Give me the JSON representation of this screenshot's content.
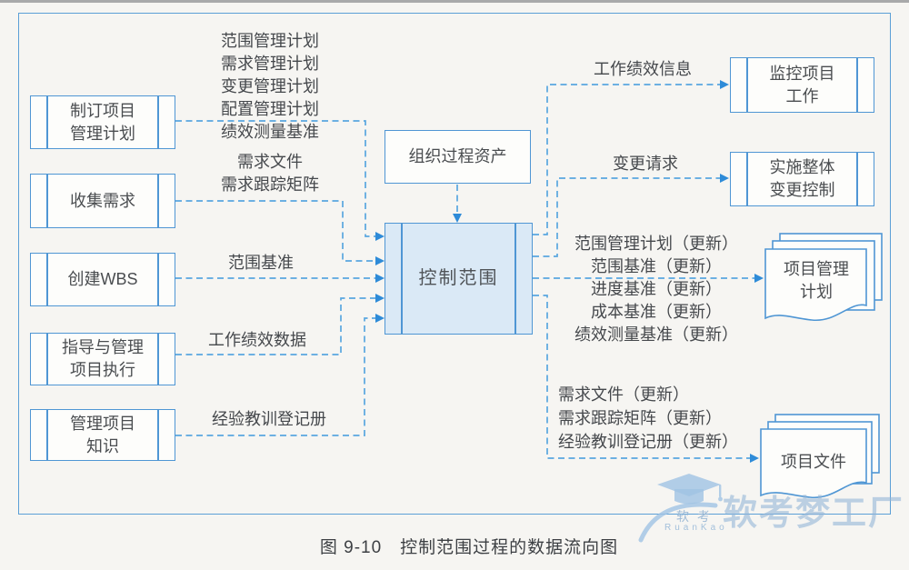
{
  "figure": {
    "caption": "图 9-10　控制范围过程的数据流向图"
  },
  "processes": {
    "make_pm_plan": "制订项目\n管理计划",
    "collect_requirements": "收集需求",
    "create_wbs": "创建WBS",
    "direct_manage_work": "指导与管理\n项目执行",
    "manage_knowledge": "管理项目\n知识",
    "control_scope": "控制范围",
    "org_process_assets": "组织过程资产",
    "monitor_control_work": "监控项目\n工作",
    "integrated_change_control": "实施整体\n变更控制",
    "pm_plan_document": "项目管理\n计划",
    "project_documents": "项目文件"
  },
  "flows": {
    "pm_plan_components": "范围管理计划\n需求管理计划\n变更管理计划\n配置管理计划\n绩效测量基准",
    "requirements_docs": "需求文件\n需求跟踪矩阵",
    "scope_baseline": "范围基准",
    "work_performance_data": "工作绩效数据",
    "lessons_learned_register": "经验教训登记册",
    "work_performance_info": "工作绩效信息",
    "change_requests": "变更请求",
    "plan_updates": "范围管理计划（更新）\n范围基准（更新）\n进度基准（更新）\n成本基准（更新）\n绩效测量基准（更新）",
    "document_updates": "需求文件（更新）\n需求跟踪矩阵（更新）\n经验教训登记册（更新）"
  },
  "watermark": {
    "cn_small": "软考",
    "latin": "RuanKao",
    "cn_large": "软考梦工厂"
  },
  "colors": {
    "line_blue": "#58a6e0",
    "box_border": "#4f96d4",
    "center_fill": "#dae9f6",
    "text": "#45484c",
    "watermark": "#aecbe6"
  }
}
